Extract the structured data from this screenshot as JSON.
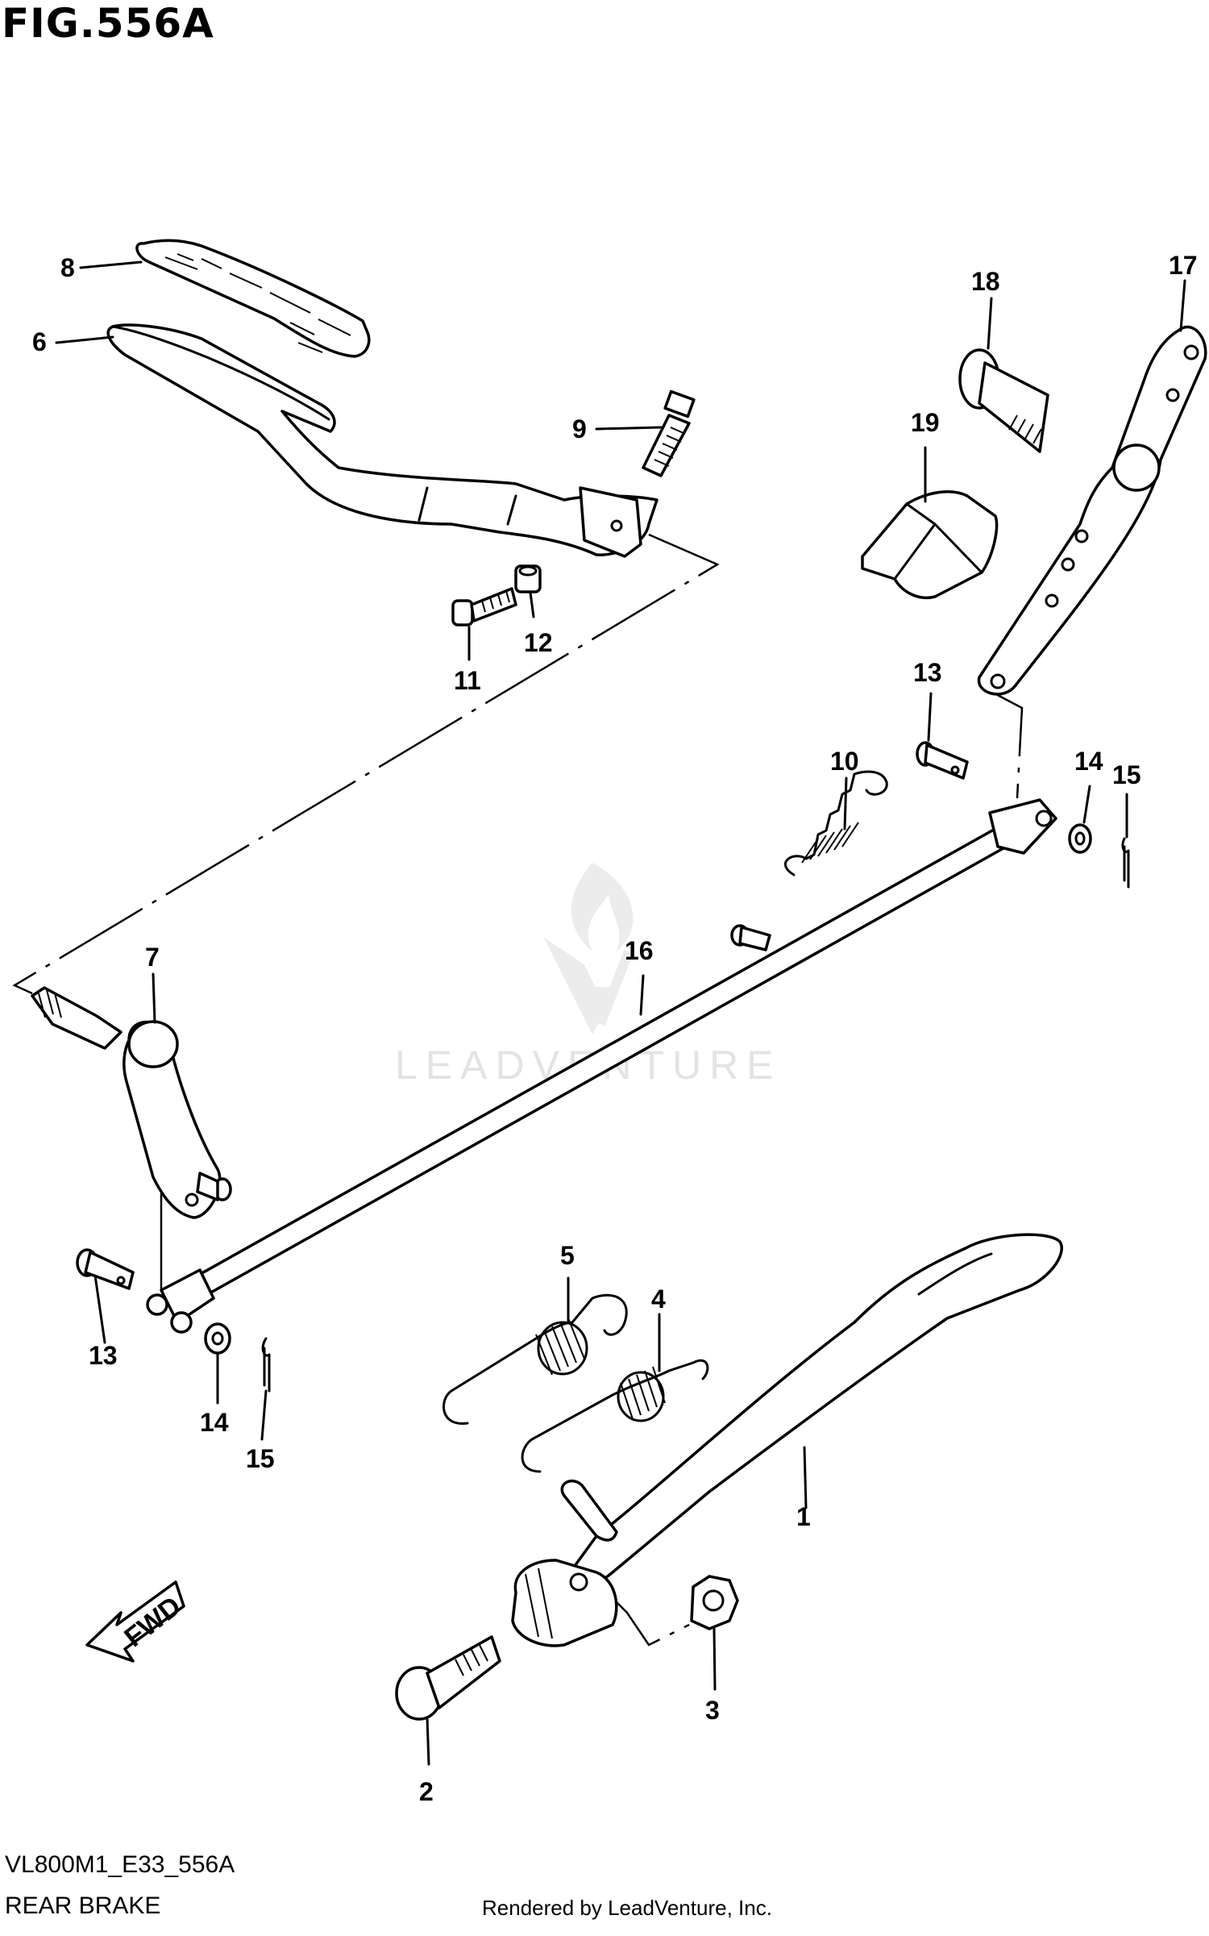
{
  "figure": {
    "title": "FIG.556A",
    "code": "VL800M1_E33_556A",
    "section": "REAR BRAKE",
    "credit": "Rendered by LeadVenture, Inc.",
    "watermark": "LEADVENTURE"
  },
  "fwd_label": "FWD",
  "callouts": [
    "1",
    "2",
    "3",
    "4",
    "5",
    "6",
    "7",
    "8",
    "9",
    "10",
    "11",
    "12",
    "13",
    "13",
    "14",
    "14",
    "15",
    "15",
    "16",
    "17",
    "18",
    "19"
  ]
}
